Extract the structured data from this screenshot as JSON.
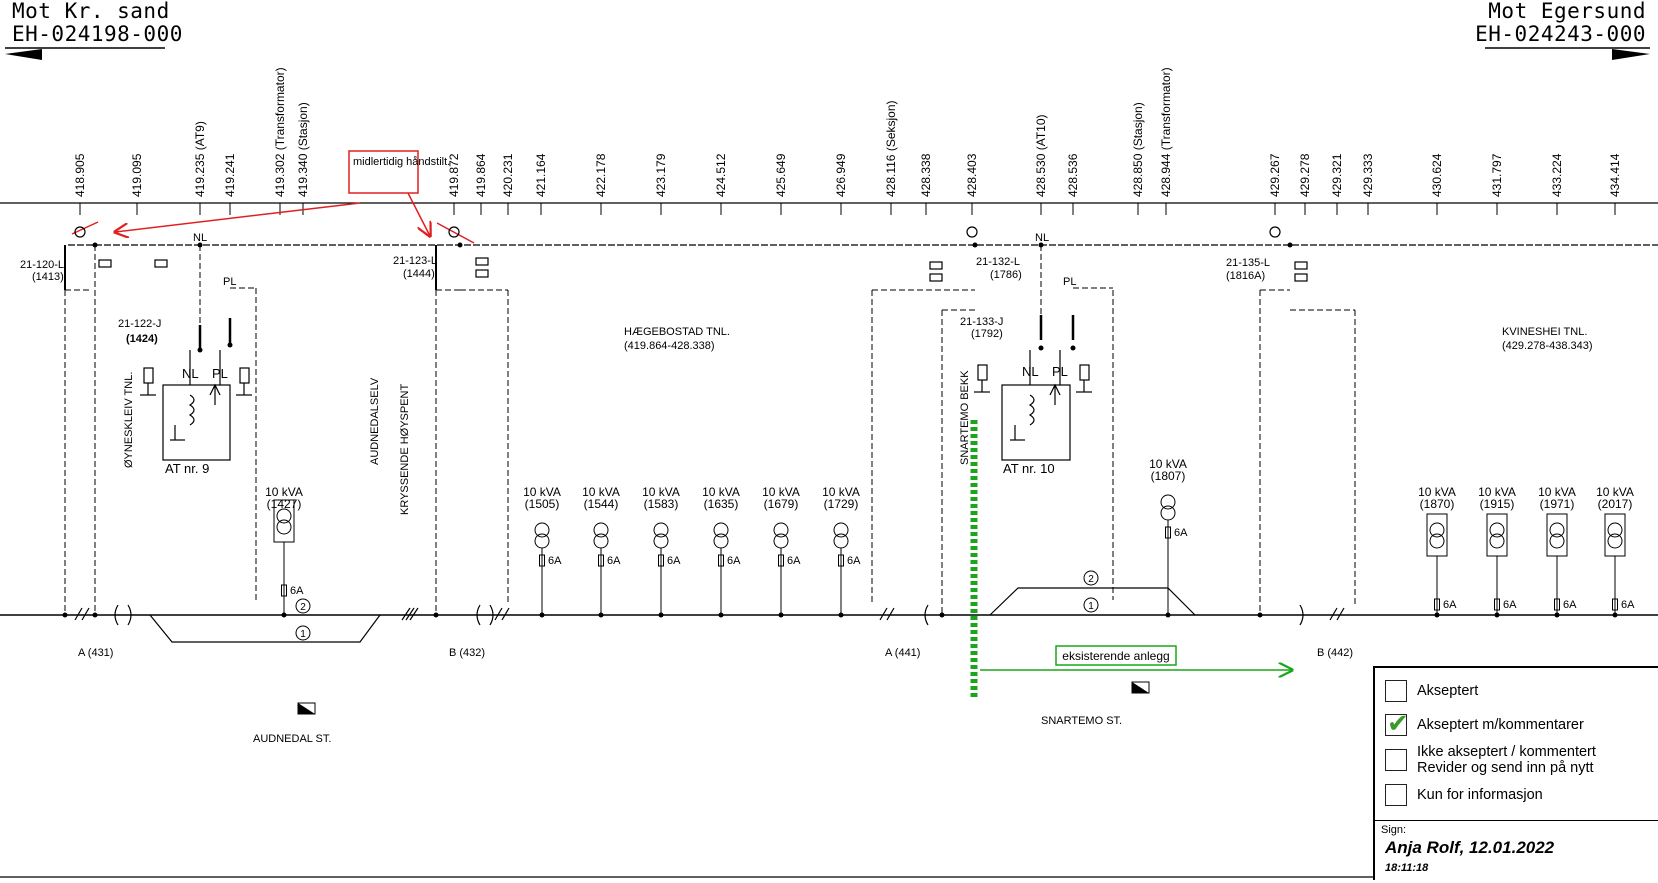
{
  "header": {
    "left_line1": "Mot Kr. sand",
    "left_line2": "EH-024198-000",
    "right_line1": "Mot Egersund",
    "right_line2": "EH-024243-000"
  },
  "km_markers": [
    {
      "label": "418.905"
    },
    {
      "label": "419.095"
    },
    {
      "label": "419.235 (AT9)"
    },
    {
      "label": "419.241"
    },
    {
      "label": "419.302 (Transformator)"
    },
    {
      "label": "419.340 (Stasjon)"
    },
    {
      "label": "419.872"
    },
    {
      "label": "419.864"
    },
    {
      "label": "420.231"
    },
    {
      "label": "421.164"
    },
    {
      "label": "422.178"
    },
    {
      "label": "423.179"
    },
    {
      "label": "424.512"
    },
    {
      "label": "425.649"
    },
    {
      "label": "426.949"
    },
    {
      "label": "428.116 (Seksjon)"
    },
    {
      "label": "428.338"
    },
    {
      "label": "428.403"
    },
    {
      "label": "428.530 (AT10)"
    },
    {
      "label": "428.536"
    },
    {
      "label": "428.850 (Stasjon)"
    },
    {
      "label": "428.944 (Transformator)"
    },
    {
      "label": "429.267"
    },
    {
      "label": "429.278"
    },
    {
      "label": "429.321"
    },
    {
      "label": "429.333"
    },
    {
      "label": "430.624"
    },
    {
      "label": "431.797"
    },
    {
      "label": "433.224"
    },
    {
      "label": "434.414"
    }
  ],
  "annotations": {
    "red_note": "midlertidig håndstilt.",
    "green_note": "eksisterende anlegg"
  },
  "switches": {
    "s1": "21-120-L",
    "s1b": "(1413)",
    "s2": "21-122-J",
    "s2b": "(1424)",
    "s3": "21-123-L",
    "s3b": "(1444)",
    "s4": "21-132-L",
    "s4b": "(1786)",
    "s5": "21-133-J",
    "s5b": "(1792)",
    "s6": "21-135-L",
    "s6b": "(1816A)"
  },
  "labels": {
    "nl": "NL",
    "pl": "PL",
    "tunnel1": "HÆGEBOSTAD TNL.",
    "tunnel1_range": "(419.864-428.338)",
    "tunnel2": "KVINESHEI TNL.",
    "tunnel2_range": "(429.278-438.343)",
    "oyneskleiv": "ØYNESKLEIV TNL.",
    "audnedalselv": "AUDNEDALSELV",
    "kryssende": "KRYSSENDE HØYSPENT",
    "snartemo_bekk": "SNARTEMO BEKK",
    "at9": "AT nr. 9",
    "at10": "AT nr. 10",
    "station1": "AUDNEDAL ST.",
    "station2": "SNARTEMO ST.",
    "a431": "A (431)",
    "b432": "B (432)",
    "a441": "A (441)",
    "b442": "B (442)",
    "fuse": "6A",
    "circle1": "1",
    "circle2": "2"
  },
  "transformers": [
    {
      "kva": "10 kVA",
      "id": "(1427)"
    },
    {
      "kva": "10 kVA",
      "id": "(1505)"
    },
    {
      "kva": "10 kVA",
      "id": "(1544)"
    },
    {
      "kva": "10 kVA",
      "id": "(1583)"
    },
    {
      "kva": "10 kVA",
      "id": "(1635)"
    },
    {
      "kva": "10 kVA",
      "id": "(1679)"
    },
    {
      "kva": "10 kVA",
      "id": "(1729)"
    },
    {
      "kva": "10 kVA",
      "id": "(1807)"
    },
    {
      "kva": "10 kVA",
      "id": "(1870)"
    },
    {
      "kva": "10 kVA",
      "id": "(1915)"
    },
    {
      "kva": "10 kVA",
      "id": "(1971)"
    },
    {
      "kva": "10 kVA",
      "id": "(2017)"
    }
  ],
  "stamp": {
    "options": [
      {
        "label": "Akseptert",
        "checked": false
      },
      {
        "label": "Akseptert m/kommentarer",
        "checked": true
      },
      {
        "label": "Ikke akseptert / kommentert",
        "label2": "Revider og send inn på nytt",
        "checked": false
      },
      {
        "label": "Kun for informasjon",
        "checked": false
      }
    ],
    "sign_label": "Sign:",
    "signer": "Anja Rolf, 12.01.2022",
    "time": "18:11:18",
    "check_color": "#3a9a2a"
  },
  "colors": {
    "red": "#e02020",
    "green": "#1aa51a",
    "line": "#000000"
  }
}
